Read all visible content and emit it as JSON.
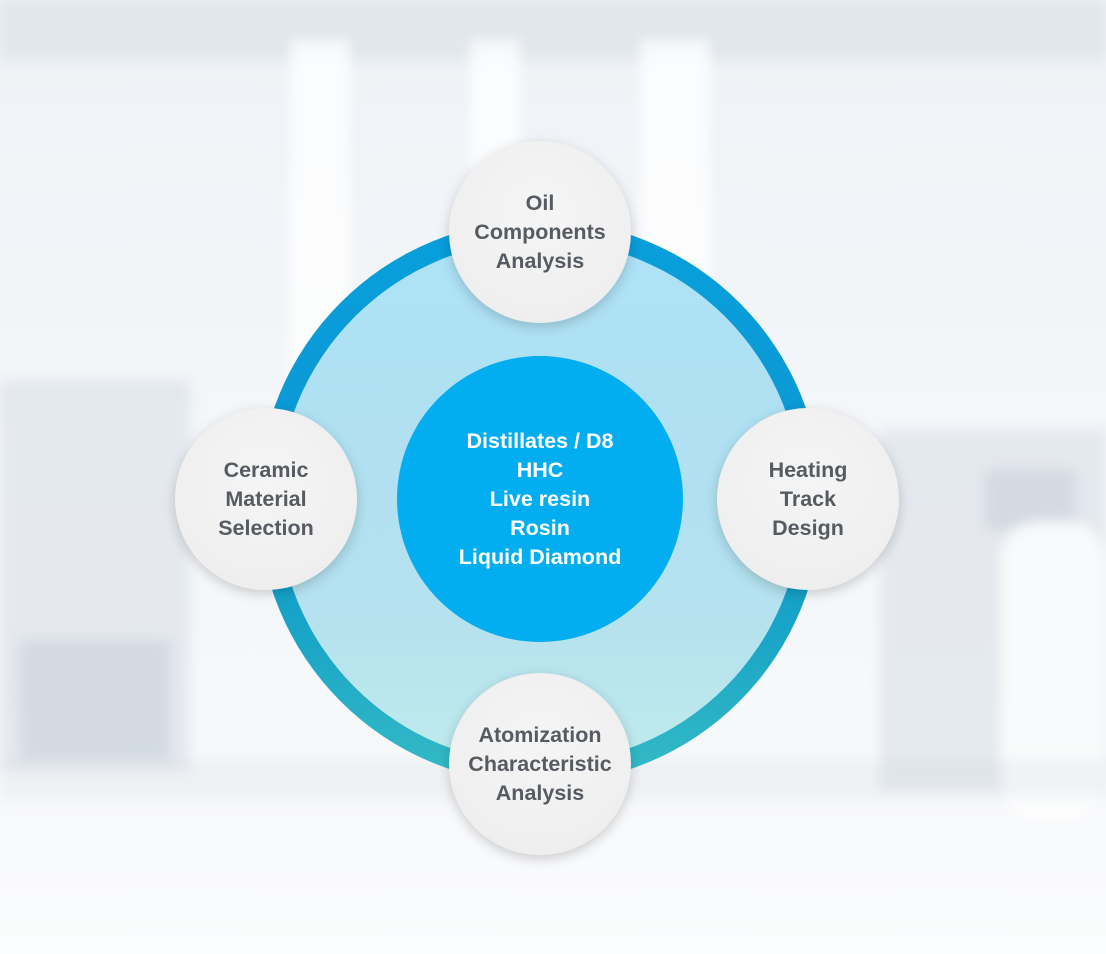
{
  "diagram": {
    "center": {
      "lines": [
        "Distillates / D8",
        "HHC",
        "Live resin",
        "Rosin",
        "Liquid Diamond"
      ]
    },
    "nodes": {
      "top": {
        "lines": [
          "Oil",
          "Components",
          "Analysis"
        ]
      },
      "left": {
        "lines": [
          "Ceramic",
          "Material",
          "Selection"
        ]
      },
      "right": {
        "lines": [
          "Heating",
          "Track",
          "Design"
        ]
      },
      "bottom": {
        "lines": [
          "Atomization",
          "Characteristic",
          "Analysis"
        ]
      }
    },
    "colors": {
      "ring": "#089fdc",
      "ring_fill": "#b0e0f1",
      "center_fill": "#02aeef",
      "node_fill": "#efefef",
      "node_text": "#555b61",
      "center_text": "#ffffff"
    }
  }
}
